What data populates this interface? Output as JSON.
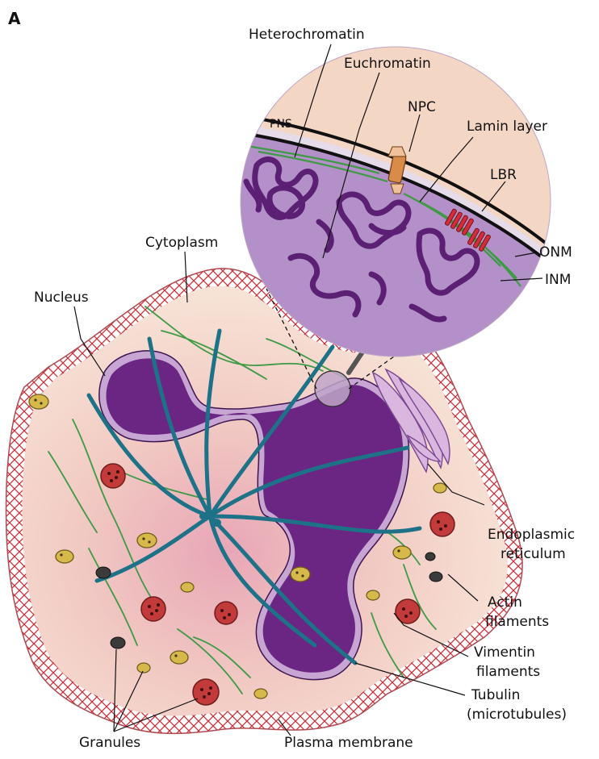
{
  "panel_label": "A",
  "labels": {
    "heterochromatin": "Heterochromatin",
    "euchromatin": "Euchromatin",
    "npc": "NPC",
    "lamin_layer": "Lamin layer",
    "pns": "PNS",
    "lbr": "LBR",
    "onm": "ONM",
    "inm": "INM",
    "cytoplasm": "Cytoplasm",
    "nucleus": "Nucleus",
    "er_line1": "Endoplasmic",
    "er_line2": "reticulum",
    "actin_line1": "Actin",
    "actin_line2": "filaments",
    "vimentin_line1": "Vimentin",
    "vimentin_line2": "filaments",
    "tubulin_line1": "Tubulin",
    "tubulin_line2": "(microtubules)",
    "granules": "Granules",
    "plasma_membrane": "Plasma membrane"
  },
  "colors": {
    "cytoplasm_fill": "#f5d9c9",
    "cytoplasm_center": "#e9a9b8",
    "membrane_red": "#c8303a",
    "nucleus_fill": "#6b2582",
    "nucleus_rim": "#c7a6d3",
    "microtubule": "#1e7287",
    "vimentin": "#3e9a45",
    "er": "#9c62ad",
    "inset_bg": "#f4d6c4",
    "inset_nucleoplasm": "#b390c8",
    "chromatin": "#5b1f74",
    "npc": "#d98b4a",
    "lbr": "#d22d3b",
    "granule_red": "#c23a3a",
    "granule_yellow": "#d6b94a",
    "granule_dark": "#3b3b3b"
  }
}
